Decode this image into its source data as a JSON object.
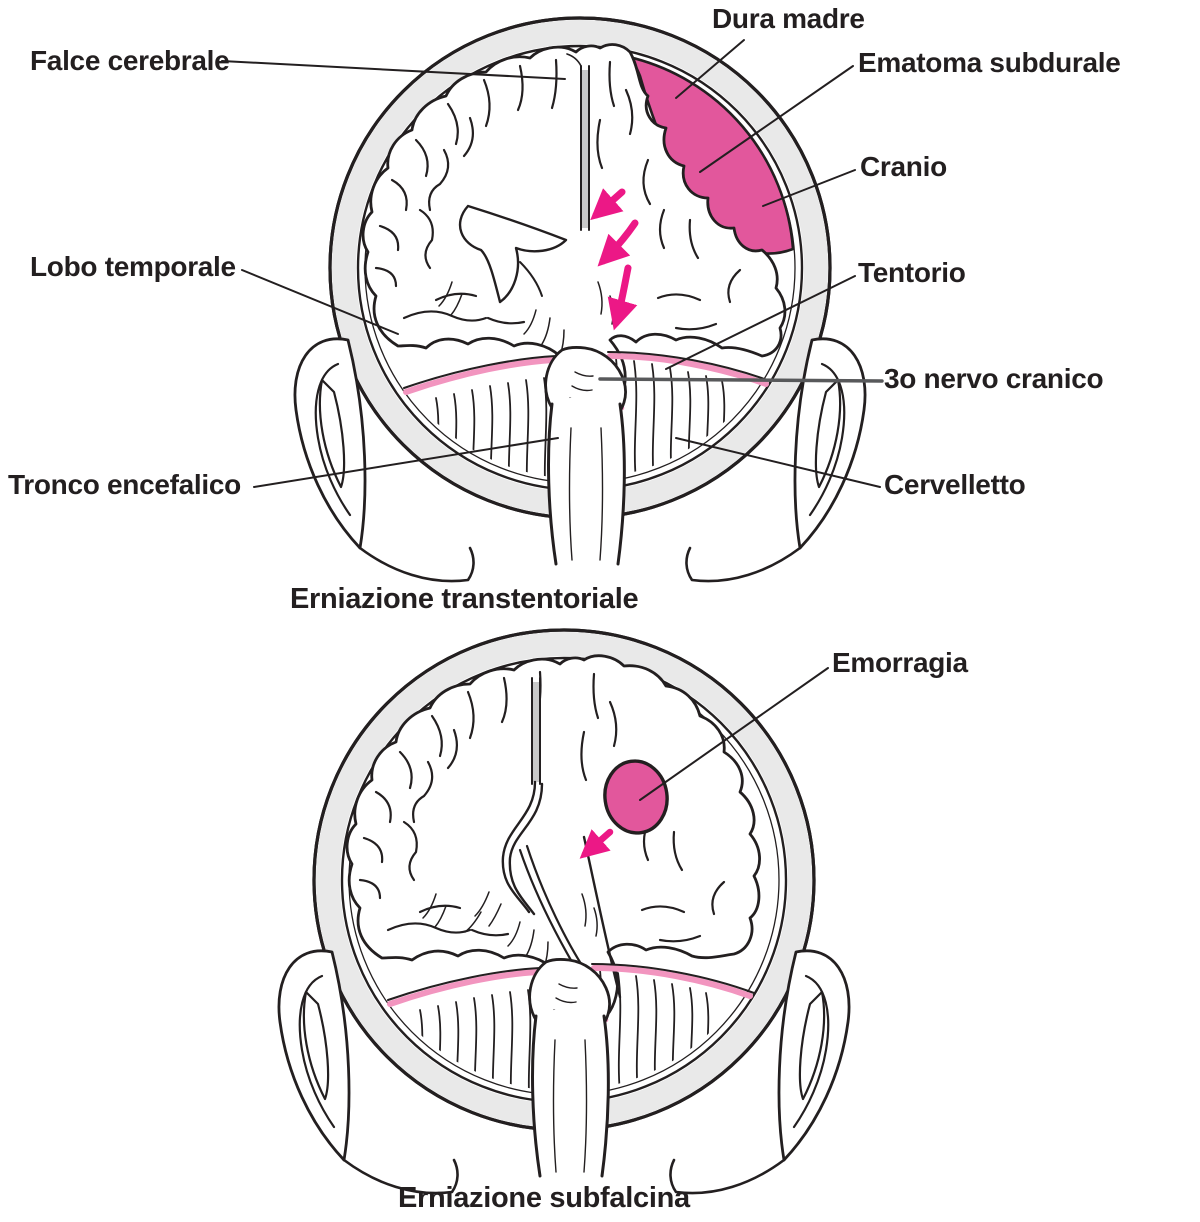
{
  "figures": {
    "transtentorial": {
      "caption": "Erniazione transtentoriale",
      "labels": {
        "falce": "Falce cerebrale",
        "dura": "Dura madre",
        "ematoma": "Ematoma subdurale",
        "cranio": "Cranio",
        "lobo": "Lobo temporale",
        "tentorio": "Tentorio",
        "nervo": "3o nervo cranico",
        "tronco": "Tronco encefalico",
        "cervelletto": "Cervelletto"
      }
    },
    "subfalcine": {
      "caption": "Erniazione subfalcina",
      "labels": {
        "emorragia": "Emorragia"
      }
    }
  },
  "colors": {
    "line": "#231f20",
    "pink": "#e2579c",
    "arrow": "#ec1886",
    "tent": "#f295bf",
    "skull": "#e9e9e9",
    "falx": "#c9c9c9",
    "nerve_leader": "#58595b"
  }
}
